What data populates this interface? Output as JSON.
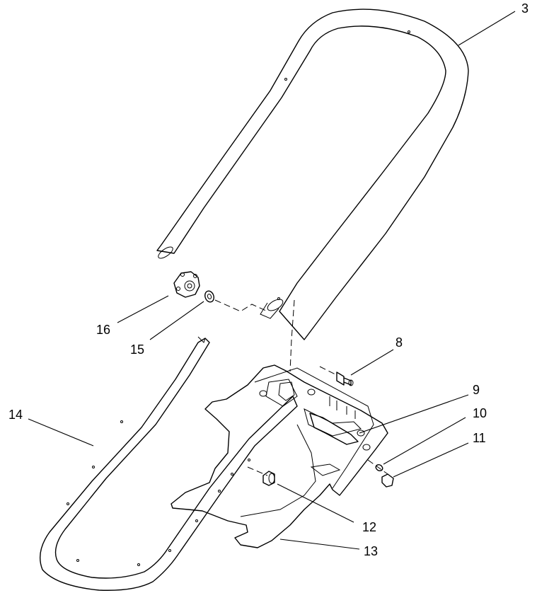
{
  "callouts": {
    "c3": "3",
    "c8": "8",
    "c9": "9",
    "c10": "10",
    "c11": "11",
    "c12": "12",
    "c13": "13",
    "c14": "14",
    "c15": "15",
    "c16": "16"
  }
}
